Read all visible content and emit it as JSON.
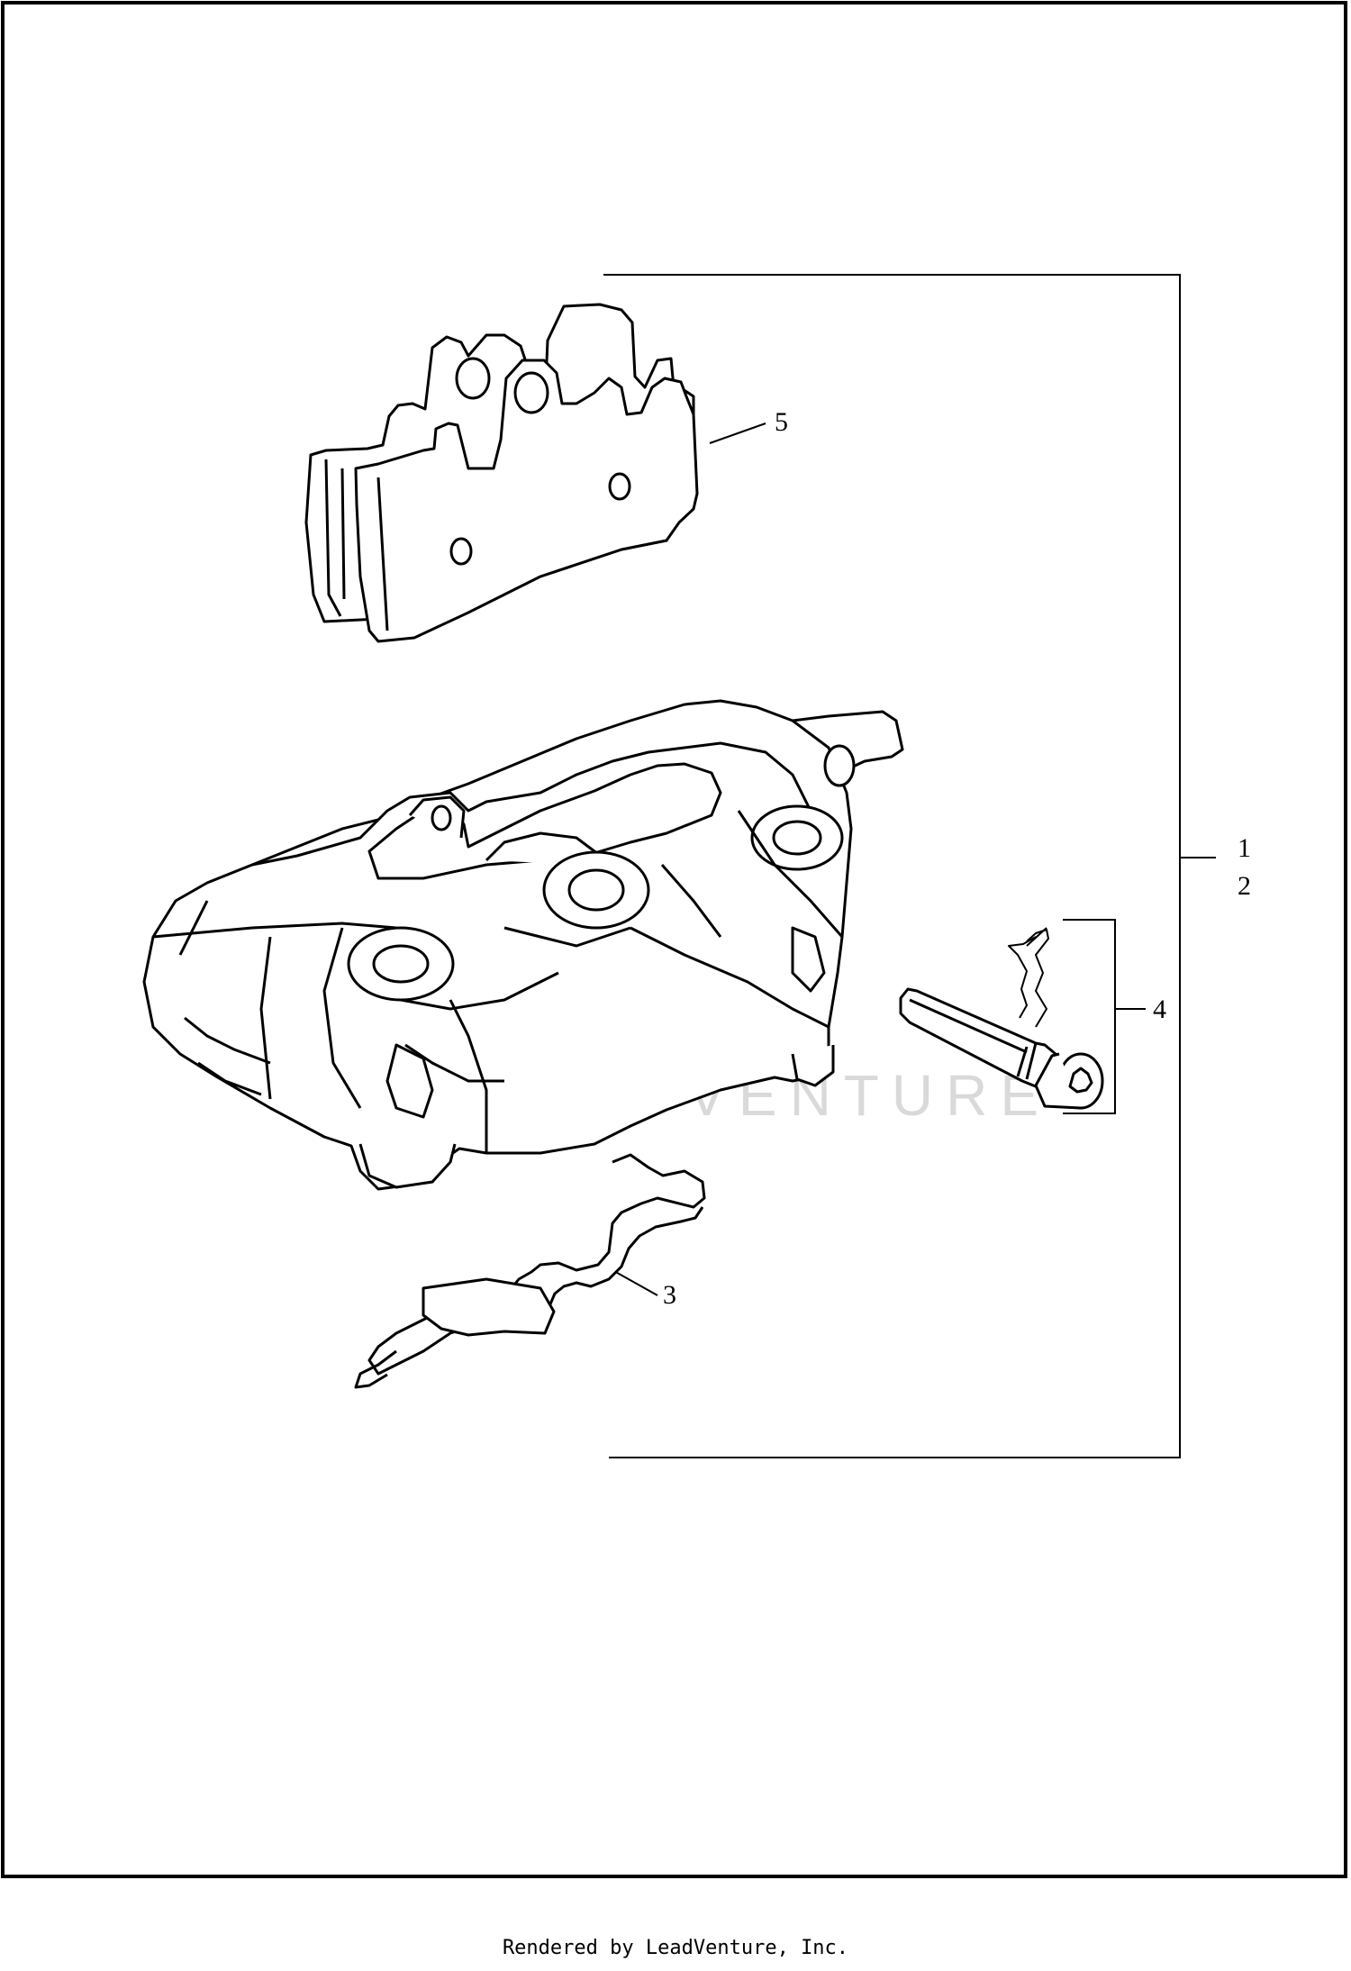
{
  "diagram": {
    "callouts": {
      "c1": "1",
      "c2": "2",
      "c3": "3",
      "c4": "4",
      "c5": "5"
    },
    "watermark": {
      "text": "LEADVENTURE",
      "logo_icon": "leadventure-v-logo-icon"
    }
  },
  "footer": {
    "text": "Rendered by LeadVenture, Inc."
  },
  "colors": {
    "line": "#000000",
    "watermark": "#d9d9d9",
    "background": "#ffffff"
  }
}
